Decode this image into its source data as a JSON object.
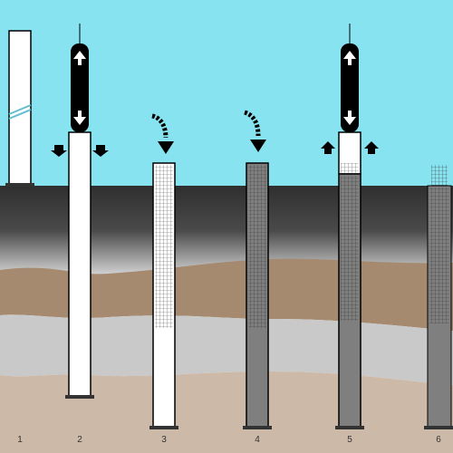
{
  "colors": {
    "sky": "#87e3f0",
    "ground_top": "#2f2f2f",
    "ground_fade": "#f3f3f3",
    "brown_layer": "#a58a6f",
    "gray_layer": "#c9c9c9",
    "tan_layer": "#cdb9a8",
    "pipe_white": "#ffffff",
    "concrete": "#7f7f7f",
    "outline": "#000000"
  },
  "steps": [
    {
      "label": "1",
      "description_icon": "casing-tube-icon"
    },
    {
      "label": "2",
      "description_icon": "vibro-driver-icon"
    },
    {
      "label": "3",
      "description_icon": "rebar-cage-insert-icon"
    },
    {
      "label": "4",
      "description_icon": "concrete-pour-icon"
    },
    {
      "label": "5",
      "description_icon": "casing-extraction-icon"
    },
    {
      "label": "6",
      "description_icon": "finished-pile-icon"
    }
  ]
}
